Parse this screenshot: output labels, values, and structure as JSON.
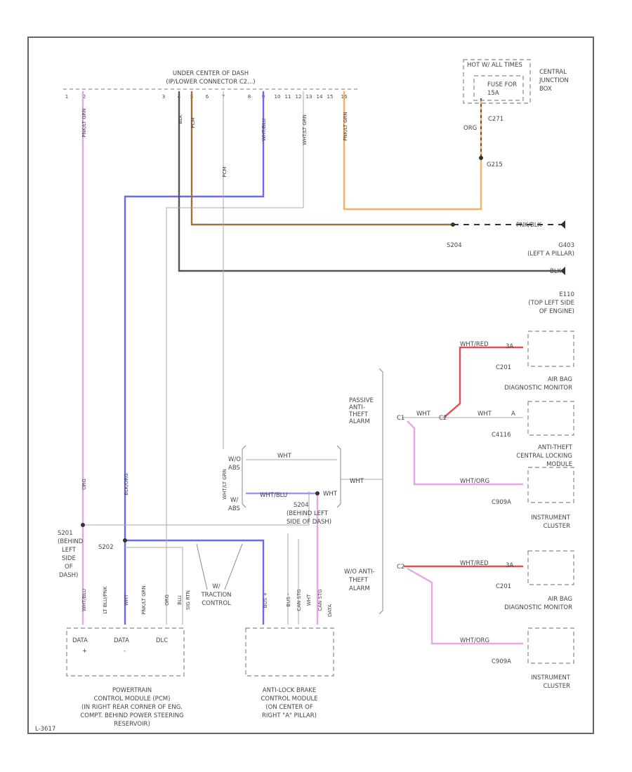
{
  "labels": {
    "dash_connector": [
      "UNDER CENTER OF DASH",
      "(IP/LOWER CONNECTOR C2...)"
    ],
    "junction_box_line1": "HOT W/ ALL TIMES",
    "fuse": [
      "FUSE FOR",
      "15A"
    ],
    "central_junction_box": [
      "CENTRAL",
      "JUNCTION",
      "BOX"
    ],
    "c271": "C271",
    "org_right": "ORG",
    "g215": "G215",
    "s204": "S204",
    "g403": [
      "G403",
      "(LEFT A PILLAR)"
    ],
    "e110": [
      "E110",
      "(TOP LEFT SIDE",
      "OF ENGINE)"
    ],
    "pnk_right_top": "PNK/BLK",
    "blk_right": "BLK",
    "c201_pin_top": "3A",
    "c201_top": "C201",
    "airbag_top": [
      "AIR BAG",
      "DIAGNOSTIC MONITOR"
    ],
    "wht_mid": "WHT",
    "wht_pin": "WHT",
    "pin_a": "A",
    "c4116": "C4116",
    "anti_theft_module": [
      "ANTI-THEFT",
      "CENTRAL LOCKING",
      "MODULE"
    ],
    "ic_wire_top": "WHT/ORG",
    "c909a_top": "C909A",
    "instrument_cluster_top": [
      "INSTRUMENT",
      "CLUSTER"
    ],
    "passive_anti_theft": [
      "PASSIVE",
      "ANTI-",
      "THEFT",
      "ALARM"
    ],
    "c1_top": "C1",
    "c2_mid": "C2",
    "c2_bottom": "C2",
    "w_anti_theft": [
      "W/O ANTI-",
      "THEFT",
      "ALARM"
    ],
    "airbag_wire_bottom": "WHT/RED",
    "c201_pin_bottom": "3A",
    "c201_bottom": "C201",
    "airbag_bottom": [
      "AIR BAG",
      "DIAGNOSTIC MONITOR"
    ],
    "ic_wire_bottom": "WHT/ORG",
    "c909a_bottom": "C909A",
    "instrument_cluster_bottom": [
      "INSTRUMENT",
      "CLUSTER"
    ],
    "airbag_wire_top": "WHT/RED",
    "abs_wht_top": "WHT",
    "abs_wht_left": "WHT/BLU",
    "abs_wht_right": "WHT",
    "w_abs_top": [
      "W/O",
      "ABS"
    ],
    "w_abs_bottom": [
      "W/",
      "ABS"
    ],
    "s204_label": [
      "S204",
      "(BEHIND LEFT",
      "SIDE OF DASH)"
    ],
    "s201": [
      "S201",
      "(BEHIND",
      "LEFT",
      "SIDE",
      "OF",
      "DASH)"
    ],
    "s202": "S202",
    "traction_control": [
      "W/",
      "TRACTION",
      "CONTROL"
    ],
    "pcm_pins": [
      "DATA",
      "+",
      "DATA",
      "-",
      "DLC"
    ],
    "pcm_module": [
      "POWERTRAIN",
      "CONTROL MODULE (PCM)",
      "(IN RIGHT REAR CORNER OF ENG.",
      "COMPT. BEHIND POWER STEERING",
      "RESERVOIR)"
    ],
    "abs_module": [
      "ANTI-LOCK BRAKE",
      "CONTROL MODULE",
      "(ON CENTER OF",
      "RIGHT \"A\" PILLAR)"
    ],
    "vertical_wire_labels": [
      "PNK/LT GRN",
      "BLK",
      "PCM",
      "PCM",
      "WHT/BLU",
      "WHT/LT GRN",
      "PNK/LT GRN",
      "ORG",
      "BLK/ORG",
      "WHT/LT GRN",
      "WHT/BLU",
      "LT BLU/PNK",
      "WHT",
      "PNK/LT GRN",
      "ORG",
      "SIG RTN",
      "BUS +",
      "BUS -",
      "CAN STG",
      "CAN STG",
      "DATA",
      "BLU",
      "WHT"
    ],
    "connector_pins": [
      "1",
      "2",
      "3",
      "4",
      "5",
      "6",
      "7",
      "8",
      "9",
      "10",
      "11",
      "12",
      "13",
      "14",
      "15",
      "16"
    ],
    "footer": "L-3617"
  },
  "colors": {
    "wire_pink": "#e8a6e8",
    "wire_blue": "#6a6af0",
    "wire_orange": "#f5b060",
    "wire_brown": "#a0703a",
    "wire_black": "#444444",
    "wire_gray": "#aaaaaa",
    "wire_red": "#e05050",
    "frame": "#666666"
  }
}
